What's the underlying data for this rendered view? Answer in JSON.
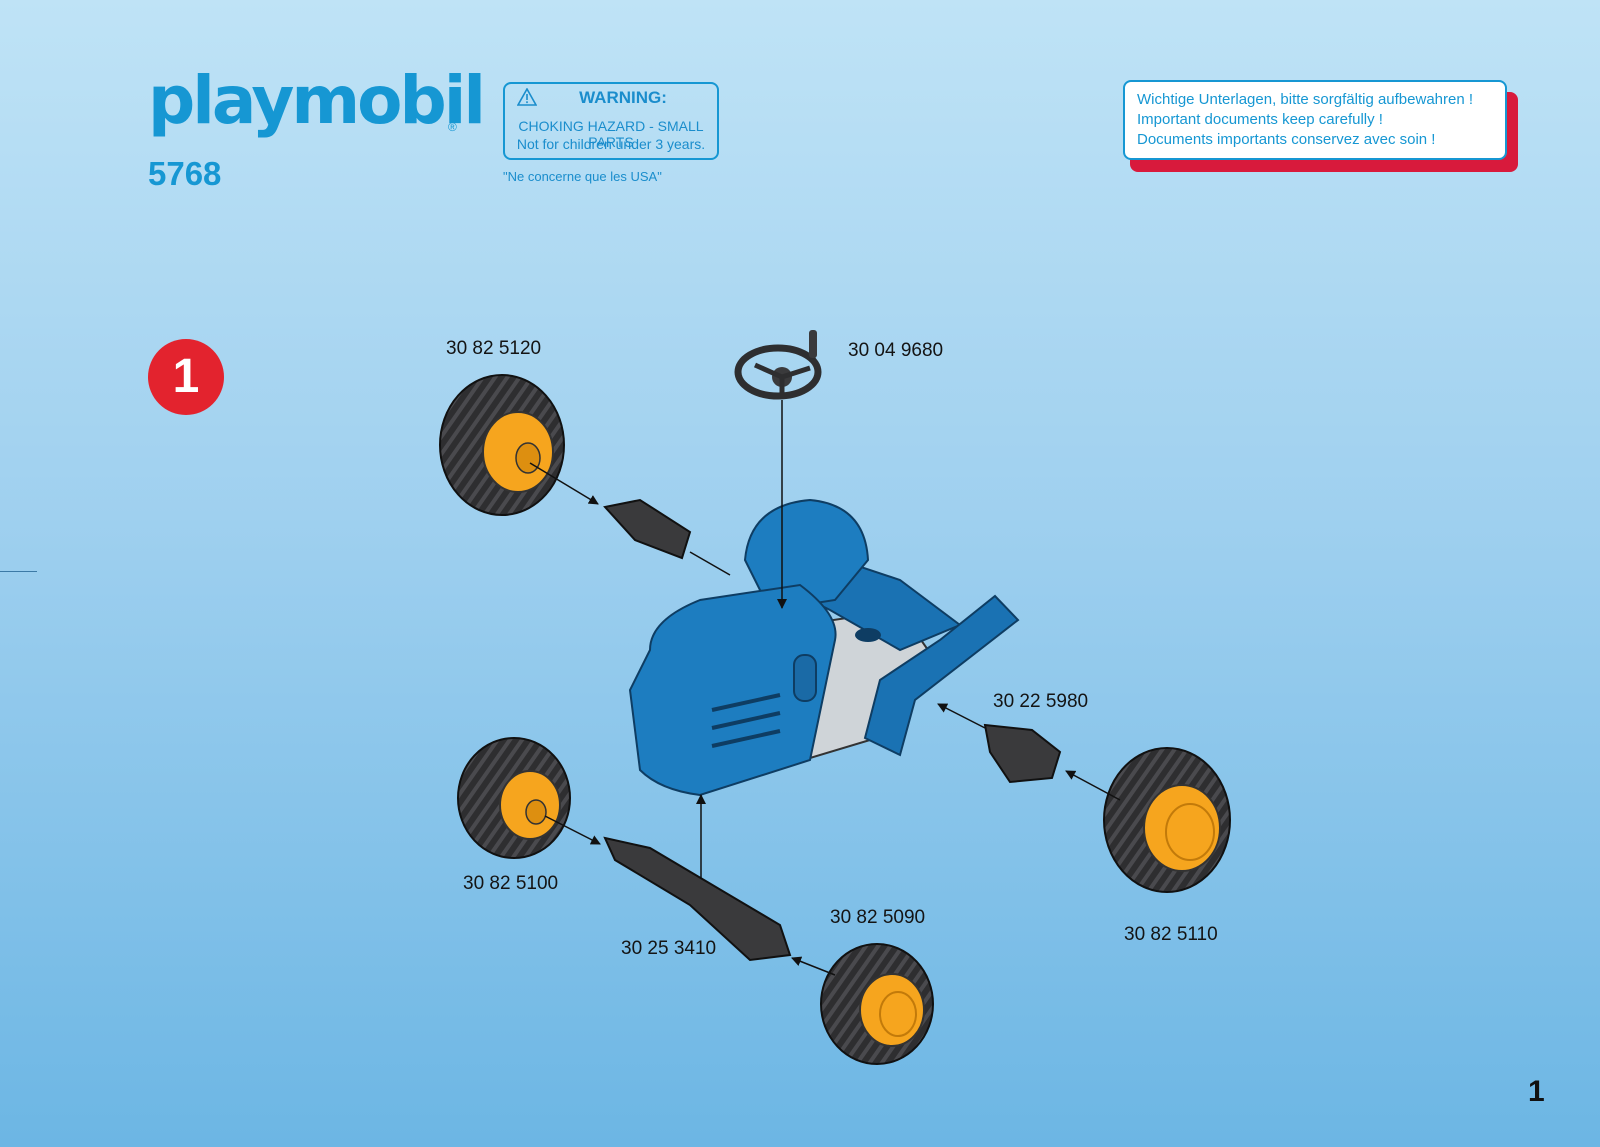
{
  "header": {
    "brand": "playmobil",
    "model_number": "5768"
  },
  "warning": {
    "title": "WARNING:",
    "line1": "CHOKING HAZARD - SMALL PARTS",
    "line2": "Not for children under 3 years.",
    "usa_note": "\"Ne concerne que les USA\""
  },
  "documents_note": {
    "lines": [
      "Wichtige Unterlagen, bitte sorgfältig aufbewahren !",
      "Important documents keep carefully !",
      "Documents importants conservez avec soin !"
    ]
  },
  "step_number": "1",
  "parts": {
    "rear_left_wheel": "30 82 5120",
    "steering_wheel": "30 04 9680",
    "rear_axle_bushing": "30 22 5980",
    "front_left_wheel": "30 82 5100",
    "front_right_wheel": "30 82 5090",
    "rear_right_wheel": "30 82 5110",
    "front_axle": "30 25 3410"
  },
  "page_number": "1",
  "colors": {
    "brand_blue": "#1697d3",
    "step_red": "#e3232e",
    "tractor_blue": "#1a72b3",
    "rim_yellow": "#f6a51e",
    "tire_dark": "#2e2e30"
  }
}
